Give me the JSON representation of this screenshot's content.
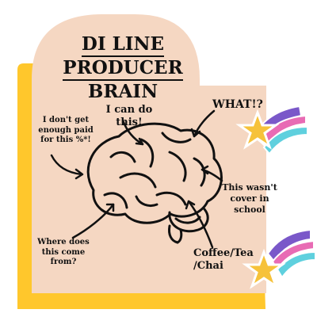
{
  "title_lines": [
    "DI LINE",
    "PRODUCER",
    "BRAIN"
  ],
  "labels": {
    "i_can_do_this": "I can do this!",
    "what": "WHAT!?",
    "not_paid": "I don't get\nenough paid\nfor this %*!",
    "not_covered": "This wasn't\ncover in\nschool",
    "where_from": "Where does\nthis come\nfrom?",
    "coffee": "Coffee/Tea\n/Chai"
  },
  "colors": {
    "card": "#F5D7C2",
    "accent_yellow": "#FFC72C",
    "star_fill": "#F6C23A",
    "trail_pink": "#E86BB4",
    "trail_purple": "#7A58C9",
    "trail_blue": "#5FD0DE",
    "ink": "#111111"
  },
  "icons": [
    "brain-illustration",
    "shooting-star-icon"
  ]
}
